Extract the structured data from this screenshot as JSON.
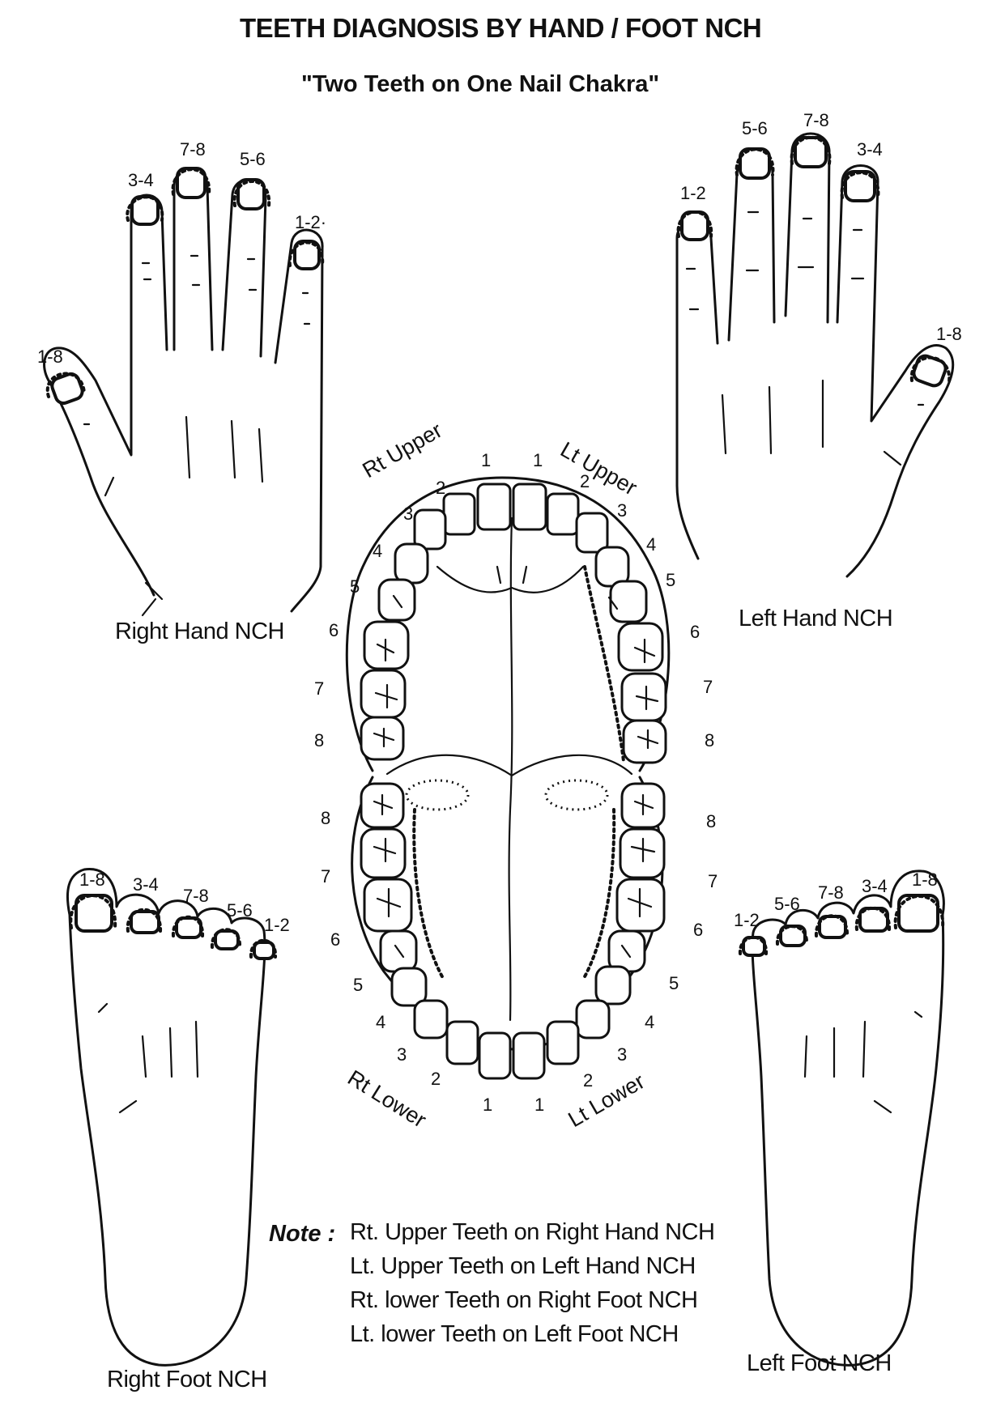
{
  "title": "TEETH DIAGNOSIS BY HAND / FOOT NCH",
  "subtitle": "\"Two Teeth on One Nail Chakra\"",
  "right_hand": {
    "caption": "Right Hand NCH",
    "finger_labels": [
      "1-8",
      "3-4",
      "7-8",
      "5-6",
      "1-2·"
    ]
  },
  "left_hand": {
    "caption": "Left Hand NCH",
    "finger_labels": [
      "1-2",
      "5-6",
      "7-8",
      "3-4",
      "1-8"
    ]
  },
  "right_foot": {
    "caption": "Right Foot NCH",
    "toe_labels": [
      "1-8",
      "3-4",
      "7-8",
      "5-6",
      "1-2"
    ]
  },
  "left_foot": {
    "caption": "Left Foot NCH",
    "toe_labels": [
      "1-2",
      "5-6",
      "7-8",
      "3-4",
      "1-8"
    ]
  },
  "mouth": {
    "quadrants": [
      "Rt Upper",
      "Lt Upper",
      "Rt Lower",
      "Lt Lower"
    ],
    "tooth_numbers": [
      "1",
      "2",
      "3",
      "4",
      "5",
      "6",
      "7",
      "8"
    ]
  },
  "note": {
    "heading": "Note :",
    "lines": [
      "Rt. Upper Teeth on Right Hand NCH",
      "Lt. Upper Teeth on Left Hand NCH",
      "Rt. lower Teeth on Right Foot NCH",
      "Lt. lower Teeth on Left Foot NCH"
    ]
  }
}
